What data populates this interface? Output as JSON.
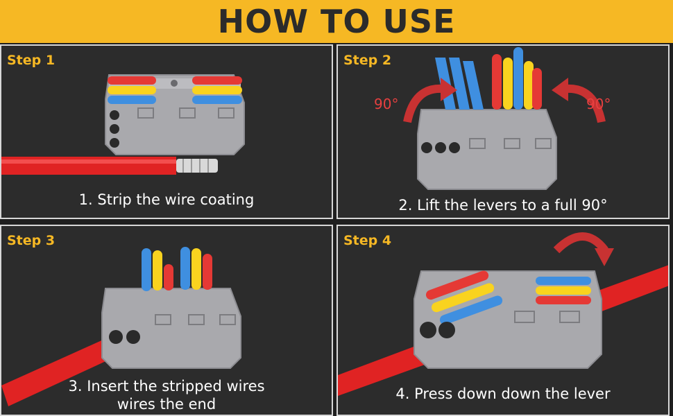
{
  "header": {
    "title": "HOW TO USE"
  },
  "steps": [
    {
      "label": "Step 1",
      "caption": "1. Strip the wire coating"
    },
    {
      "label": "Step 2",
      "caption": "2. Lift the levers to a full 90°",
      "angle_left": "90°",
      "angle_right": "90°"
    },
    {
      "label": "Step 3",
      "caption_line1": "3. Insert the stripped wires",
      "caption_line2": "wires the end"
    },
    {
      "label": "Step 4",
      "caption": "4. Press down down the lever"
    }
  ],
  "colors": {
    "brand_yellow": "#f6b824",
    "panel_bg": "#2c2c2c",
    "lever_red": "#e53935",
    "lever_yellow": "#f9d31f",
    "lever_blue": "#3f8fe0",
    "connector_gray": "#a9a9ad",
    "wire_red": "#e02323",
    "arrow_red": "#e84040"
  }
}
